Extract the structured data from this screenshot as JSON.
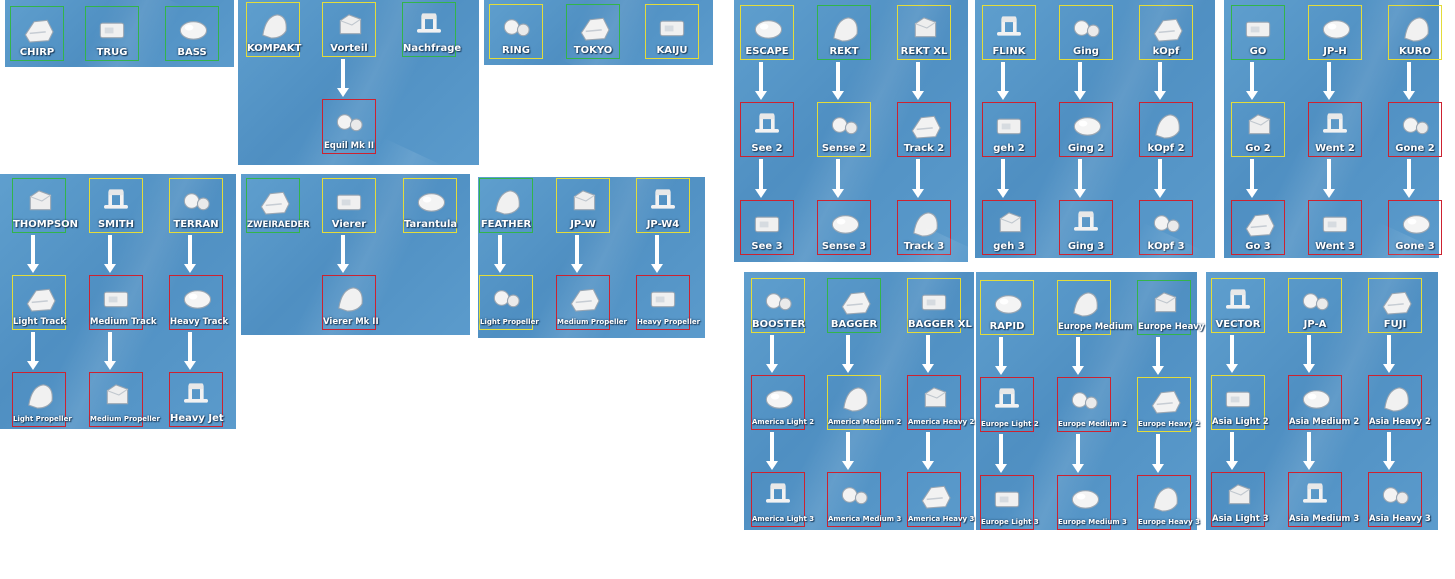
{
  "colors": {
    "panel_bg": "#5595c8",
    "border_green": "#33b44a",
    "border_yellow": "#e3dc3a",
    "border_red": "#cc2230",
    "arrow": "#ffffff",
    "label": "#ffffff"
  },
  "panels": [
    {
      "id": "p1",
      "items": [
        {
          "label": "CHIRP",
          "border": "green",
          "icon": "chirp-icon"
        },
        {
          "label": "TRUG",
          "border": "green",
          "icon": "trug-icon"
        },
        {
          "label": "BASS",
          "border": "green",
          "icon": "bass-icon"
        }
      ]
    },
    {
      "id": "p2",
      "items": [
        {
          "label": "KOMPAKT",
          "border": "yellow",
          "icon": "kompakt-icon"
        },
        {
          "label": "Vorteil",
          "border": "yellow",
          "icon": "vorteil-icon"
        },
        {
          "label": "Nachfrage",
          "border": "green",
          "icon": "nachfrage-icon"
        },
        {
          "label": "Equil Mk II",
          "border": "red",
          "icon": "equil-mk-ii-icon"
        }
      ]
    },
    {
      "id": "p3",
      "items": [
        {
          "label": "RING",
          "border": "yellow",
          "icon": "ring-icon"
        },
        {
          "label": "TOKYO",
          "border": "green",
          "icon": "tokyo-icon"
        },
        {
          "label": "KAIJU",
          "border": "yellow",
          "icon": "kaiju-icon"
        }
      ]
    },
    {
      "id": "p4",
      "items": [
        {
          "label": "ESCAPE",
          "border": "yellow",
          "icon": "escape-icon"
        },
        {
          "label": "REKT",
          "border": "green",
          "icon": "rekt-icon"
        },
        {
          "label": "REKT XL",
          "border": "yellow",
          "icon": "rekt-xl-icon"
        },
        {
          "label": "See 2",
          "border": "red",
          "icon": "see-2-icon"
        },
        {
          "label": "Sense 2",
          "border": "yellow",
          "icon": "sense-2-icon"
        },
        {
          "label": "Track 2",
          "border": "red",
          "icon": "track-2-icon"
        },
        {
          "label": "See 3",
          "border": "red",
          "icon": "see-3-icon"
        },
        {
          "label": "Sense 3",
          "border": "red",
          "icon": "sense-3-icon"
        },
        {
          "label": "Track 3",
          "border": "red",
          "icon": "track-3-icon"
        }
      ]
    },
    {
      "id": "p5",
      "items": [
        {
          "label": "FLINK",
          "border": "yellow",
          "icon": "flink-icon"
        },
        {
          "label": "Ging",
          "border": "yellow",
          "icon": "ging-icon"
        },
        {
          "label": "kOpf",
          "border": "yellow",
          "icon": "kopf-icon"
        },
        {
          "label": "geh 2",
          "border": "red",
          "icon": "geh-2-icon"
        },
        {
          "label": "Ging 2",
          "border": "red",
          "icon": "ging-2-icon"
        },
        {
          "label": "kOpf 2",
          "border": "red",
          "icon": "kopf-2-icon"
        },
        {
          "label": "geh 3",
          "border": "red",
          "icon": "geh-3-icon"
        },
        {
          "label": "Ging 3",
          "border": "red",
          "icon": "ging-3-icon"
        },
        {
          "label": "kOpf 3",
          "border": "red",
          "icon": "kopf-3-icon"
        }
      ]
    },
    {
      "id": "p6",
      "items": [
        {
          "label": "GO",
          "border": "green",
          "icon": "go-icon"
        },
        {
          "label": "JP-H",
          "border": "yellow",
          "icon": "jp-h-icon"
        },
        {
          "label": "KURO",
          "border": "yellow",
          "icon": "kuro-icon"
        },
        {
          "label": "Go 2",
          "border": "yellow",
          "icon": "go-2-icon"
        },
        {
          "label": "Went 2",
          "border": "red",
          "icon": "went-2-icon"
        },
        {
          "label": "Gone 2",
          "border": "red",
          "icon": "gone-2-icon"
        },
        {
          "label": "Go 3",
          "border": "red",
          "icon": "go-3-icon"
        },
        {
          "label": "Went 3",
          "border": "red",
          "icon": "went-3-icon"
        },
        {
          "label": "Gone 3",
          "border": "red",
          "icon": "gone-3-icon"
        }
      ]
    },
    {
      "id": "p7",
      "items": [
        {
          "label": "THOMPSON",
          "border": "green",
          "icon": "thompson-icon"
        },
        {
          "label": "SMITH",
          "border": "yellow",
          "icon": "smith-icon"
        },
        {
          "label": "TERRAN",
          "border": "yellow",
          "icon": "terran-icon"
        },
        {
          "label": "Light Track",
          "border": "yellow",
          "icon": "light-track-icon"
        },
        {
          "label": "Medium Track",
          "border": "red",
          "icon": "medium-track-icon"
        },
        {
          "label": "Heavy Track",
          "border": "red",
          "icon": "heavy-track-icon"
        },
        {
          "label": "Light Propeller",
          "border": "red",
          "icon": "light-propeller-icon"
        },
        {
          "label": "Medium Propeller",
          "border": "red",
          "icon": "medium-propeller-icon"
        },
        {
          "label": "Heavy Jet",
          "border": "red",
          "icon": "heavy-jet-icon"
        }
      ]
    },
    {
      "id": "p8",
      "items": [
        {
          "label": "ZWEIRAEDER",
          "border": "green",
          "icon": "zweiraeder-icon"
        },
        {
          "label": "Vierer",
          "border": "yellow",
          "icon": "vierer-icon"
        },
        {
          "label": "Tarantula",
          "border": "yellow",
          "icon": "tarantula-icon"
        },
        {
          "label": "Vierer Mk II",
          "border": "red",
          "icon": "vierer-mk-ii-icon"
        }
      ]
    },
    {
      "id": "p9",
      "items": [
        {
          "label": "FEATHER",
          "border": "green",
          "icon": "feather-icon"
        },
        {
          "label": "JP-W",
          "border": "yellow",
          "icon": "jp-w-icon"
        },
        {
          "label": "JP-W4",
          "border": "yellow",
          "icon": "jp-w4-icon"
        },
        {
          "label": "Light Propeller",
          "border": "yellow",
          "icon": "light-propeller-2-icon"
        },
        {
          "label": "Medium Propeller",
          "border": "red",
          "icon": "medium-propeller-2-icon"
        },
        {
          "label": "Heavy Propeller",
          "border": "red",
          "icon": "heavy-propeller-icon"
        }
      ]
    },
    {
      "id": "p10",
      "items": [
        {
          "label": "BOOSTER",
          "border": "yellow",
          "icon": "booster-icon"
        },
        {
          "label": "BAGGER",
          "border": "green",
          "icon": "bagger-icon"
        },
        {
          "label": "BAGGER XL",
          "border": "yellow",
          "icon": "bagger-xl-icon"
        },
        {
          "label": "America Light 2",
          "border": "red",
          "icon": "america-light-2-icon"
        },
        {
          "label": "America Medium 2",
          "border": "yellow",
          "icon": "america-medium-2-icon"
        },
        {
          "label": "America Heavy 2",
          "border": "red",
          "icon": "america-heavy-2-icon"
        },
        {
          "label": "America Light 3",
          "border": "red",
          "icon": "america-light-3-icon"
        },
        {
          "label": "America Medium 3",
          "border": "red",
          "icon": "america-medium-3-icon"
        },
        {
          "label": "America Heavy 3",
          "border": "red",
          "icon": "america-heavy-3-icon"
        }
      ]
    },
    {
      "id": "p11",
      "items": [
        {
          "label": "RAPID",
          "border": "yellow",
          "icon": "rapid-icon"
        },
        {
          "label": "Europe Medium",
          "border": "yellow",
          "icon": "europe-medium-icon"
        },
        {
          "label": "Europe Heavy",
          "border": "green",
          "icon": "europe-heavy-icon"
        },
        {
          "label": "Europe Light 2",
          "border": "red",
          "icon": "europe-light-2-icon"
        },
        {
          "label": "Europe Medium 2",
          "border": "red",
          "icon": "europe-medium-2-icon"
        },
        {
          "label": "Europe Heavy 2",
          "border": "yellow",
          "icon": "europe-heavy-2-icon"
        },
        {
          "label": "Europe Light 3",
          "border": "red",
          "icon": "europe-light-3-icon"
        },
        {
          "label": "Europe Medium 3",
          "border": "red",
          "icon": "europe-medium-3-icon"
        },
        {
          "label": "Europe Heavy 3",
          "border": "red",
          "icon": "europe-heavy-3-icon"
        }
      ]
    },
    {
      "id": "p12",
      "items": [
        {
          "label": "VECTOR",
          "border": "yellow",
          "icon": "vector-icon"
        },
        {
          "label": "JP-A",
          "border": "yellow",
          "icon": "jp-a-icon"
        },
        {
          "label": "FUJI",
          "border": "yellow",
          "icon": "fuji-icon"
        },
        {
          "label": "Asia Light 2",
          "border": "yellow",
          "icon": "asia-light-2-icon"
        },
        {
          "label": "Asia Medium 2",
          "border": "red",
          "icon": "asia-medium-2-icon"
        },
        {
          "label": "Asia Heavy 2",
          "border": "red",
          "icon": "asia-heavy-2-icon"
        },
        {
          "label": "Asia Light 3",
          "border": "red",
          "icon": "asia-light-3-icon"
        },
        {
          "label": "Asia Medium 3",
          "border": "red",
          "icon": "asia-medium-3-icon"
        },
        {
          "label": "Asia Heavy 3",
          "border": "red",
          "icon": "asia-heavy-3-icon"
        }
      ]
    }
  ]
}
